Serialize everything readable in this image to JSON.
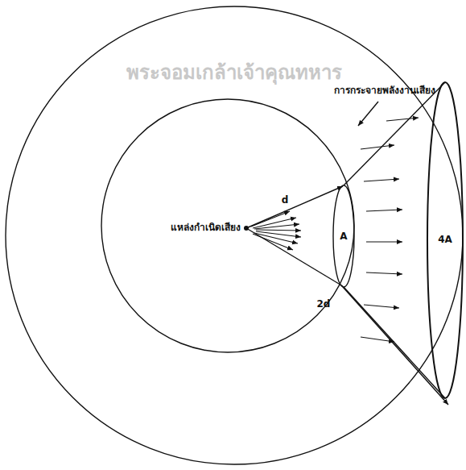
{
  "diagram": {
    "labels": [
      "พระจอมเกล้าเจ้าคุณทหาร",
      "การกระจายพลังงานเสียง",
      "แหล่งกำเนิดเสียง",
      "d",
      "2d",
      "A",
      "4A"
    ]
  }
}
